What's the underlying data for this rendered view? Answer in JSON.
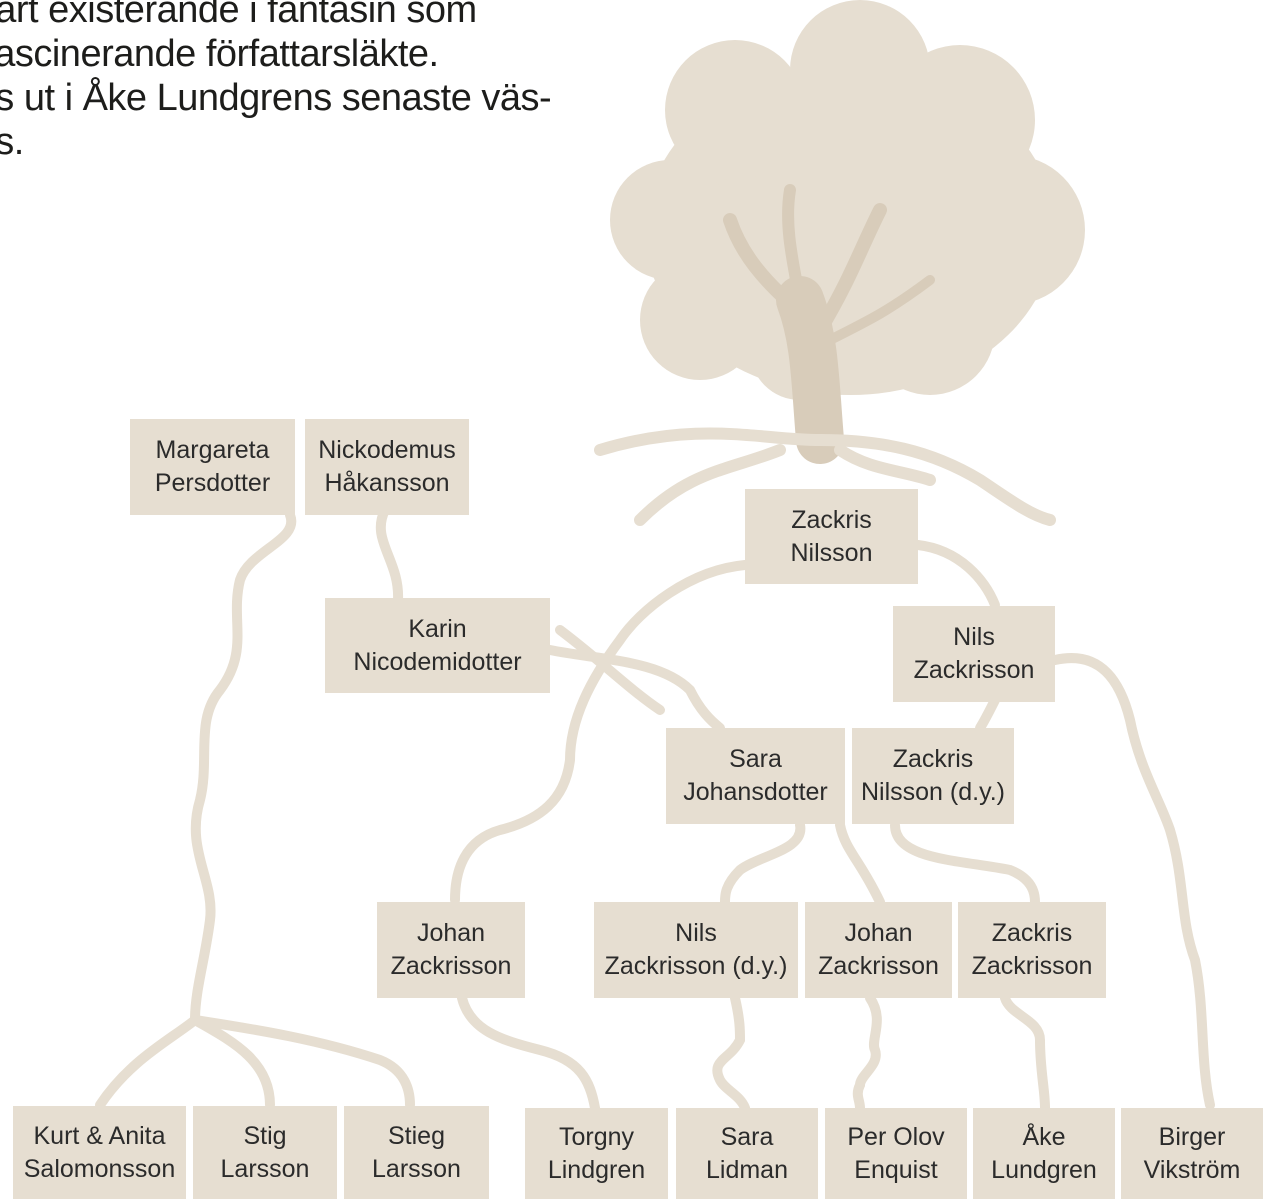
{
  "intro": {
    "lines": [
      "nbart existerande i fantasin som",
      "tt fascinerande författarsläkte.",
      "eds ut i Åke Lundgrens senaste väs-",
      "pos."
    ]
  },
  "colors": {
    "box": "#e6ded1",
    "tree": "#e6ded1",
    "root": "#e6ded1",
    "text": "#2b2b2b"
  },
  "people": {
    "margareta": {
      "first": "Margareta",
      "last": "Persdotter"
    },
    "nickodemus": {
      "first": "Nickodemus",
      "last": "Håkansson"
    },
    "karin": {
      "first": "Karin",
      "last": "Nicodemidotter"
    },
    "zackris": {
      "first": "Zackris",
      "last": "Nilsson"
    },
    "nils": {
      "first": "Nils",
      "last": "Zackrisson"
    },
    "sara_j": {
      "first": "Sara",
      "last": "Johansdotter"
    },
    "zackris_dy": {
      "first": "Zackris",
      "last": "Nilsson (d.y.)"
    },
    "johan_l": {
      "first": "Johan",
      "last": "Zackrisson"
    },
    "nils_dy": {
      "first": "Nils",
      "last": "Zackrisson (d.y.)"
    },
    "johan_m": {
      "first": "Johan",
      "last": "Zackrisson"
    },
    "zackris_z": {
      "first": "Zackris",
      "last": "Zackrisson"
    },
    "kurt": {
      "first": "Kurt & Anita",
      "last": "Salomonsson"
    },
    "stig": {
      "first": "Stig",
      "last": "Larsson"
    },
    "stieg": {
      "first": "Stieg",
      "last": "Larsson"
    },
    "torgny": {
      "first": "Torgny",
      "last": "Lindgren"
    },
    "sara_l": {
      "first": "Sara",
      "last": "Lidman"
    },
    "perolov": {
      "first": "Per Olov",
      "last": "Enquist"
    },
    "ake": {
      "first": "Åke",
      "last": "Lundgren"
    },
    "birger": {
      "first": "Birger",
      "last": "Vikström"
    }
  }
}
